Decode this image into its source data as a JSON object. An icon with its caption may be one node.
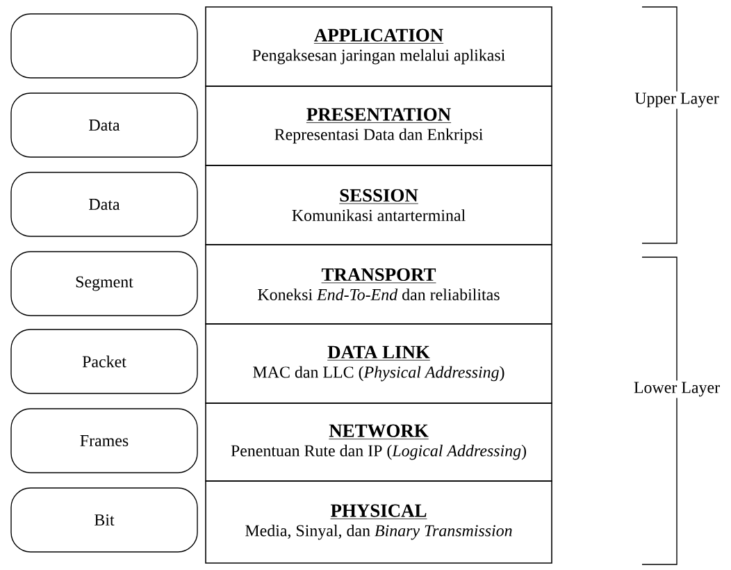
{
  "diagram": {
    "nodes": [
      {
        "text": [],
        "shape": "box"
      },
      {
        "text": [
          "Data"
        ]
      },
      {
        "text": [
          "Data"
        ]
      },
      {
        "text": [
          "Segment"
        ]
      },
      {
        "text": [
          "Packet"
        ]
      },
      {
        "text": [
          "Frames"
        ]
      },
      {
        "text": [
          "Bit"
        ]
      },
      {
        "text": [
          "APPLICATION",
          "Pengaksesan jaringan melalui aplikasi"
        ]
      },
      {
        "text": [
          "PRESENTATION",
          "Representasi Data dan Enkripsi"
        ]
      },
      {
        "text": [
          "SESSION",
          "Komunikasi antarterminal"
        ]
      },
      {
        "text": [
          "TRANSPORT",
          "Koneksi *End-To-End* dan reliabilitas"
        ]
      },
      {
        "text": [
          "DATA LINK",
          "MAC dan LLC (*Physical Addressing*)"
        ]
      },
      {
        "text": [
          "NETWORK",
          "Penentuan Rute dan IP (*Logical Addressing*)"
        ]
      },
      {
        "text": [
          "PHYSICAL",
          "Media, Sinyal, dan *Binary Transmission*"
        ]
      }
    ],
    "labels": [
      "Upper Layer",
      "Lower Layer"
    ]
  }
}
